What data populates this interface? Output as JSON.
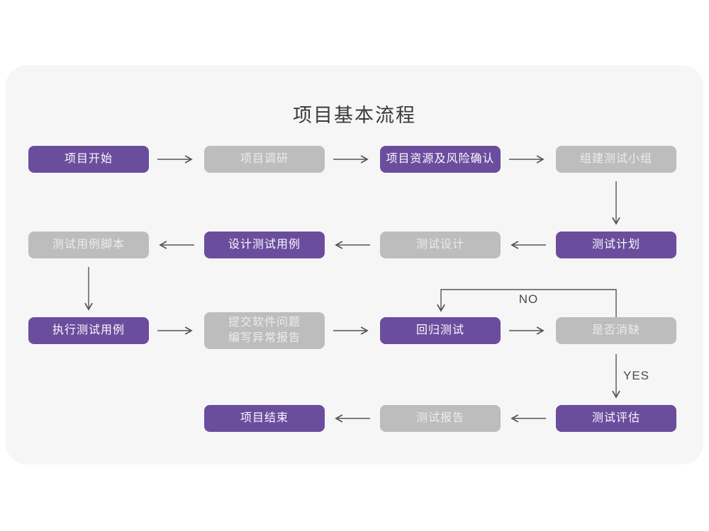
{
  "page": {
    "title": "项目基本流程"
  },
  "flowchart": {
    "nodes": [
      {
        "id": "project-start",
        "label": "项目开始",
        "type": "primary"
      },
      {
        "id": "project-research",
        "label": "项目调研",
        "type": "secondary"
      },
      {
        "id": "resource-risk-confirm",
        "label": "项目资源及风险确认",
        "type": "primary"
      },
      {
        "id": "build-test-team",
        "label": "组建测试小组",
        "type": "secondary"
      },
      {
        "id": "test-plan",
        "label": "测试计划",
        "type": "primary"
      },
      {
        "id": "test-design",
        "label": "测试设计",
        "type": "secondary"
      },
      {
        "id": "design-test-cases",
        "label": "设计测试用例",
        "type": "primary"
      },
      {
        "id": "test-case-script",
        "label": "测试用例脚本",
        "type": "secondary"
      },
      {
        "id": "execute-test-cases",
        "label": "执行测试用例",
        "type": "primary"
      },
      {
        "id": "submit-issues-report",
        "label": "提交软件问题\n编写异常报告",
        "type": "secondary"
      },
      {
        "id": "regression-test",
        "label": "回归测试",
        "type": "primary"
      },
      {
        "id": "defect-cleared",
        "label": "是否消缺",
        "type": "secondary"
      },
      {
        "id": "test-evaluation",
        "label": "测试评估",
        "type": "primary"
      },
      {
        "id": "test-report",
        "label": "测试报告",
        "type": "secondary"
      },
      {
        "id": "project-end",
        "label": "项目结束",
        "type": "primary"
      }
    ],
    "edge_labels": {
      "no": "NO",
      "yes": "YES"
    }
  },
  "colors": {
    "primary_node": "#6b4d9e",
    "secondary_node": "#bdbdbd",
    "node_text": "#ffffff",
    "card_background": "#f6f6f6",
    "page_background": "#ffffff",
    "arrow": "#555555",
    "title_text": "#3a3a3a"
  }
}
